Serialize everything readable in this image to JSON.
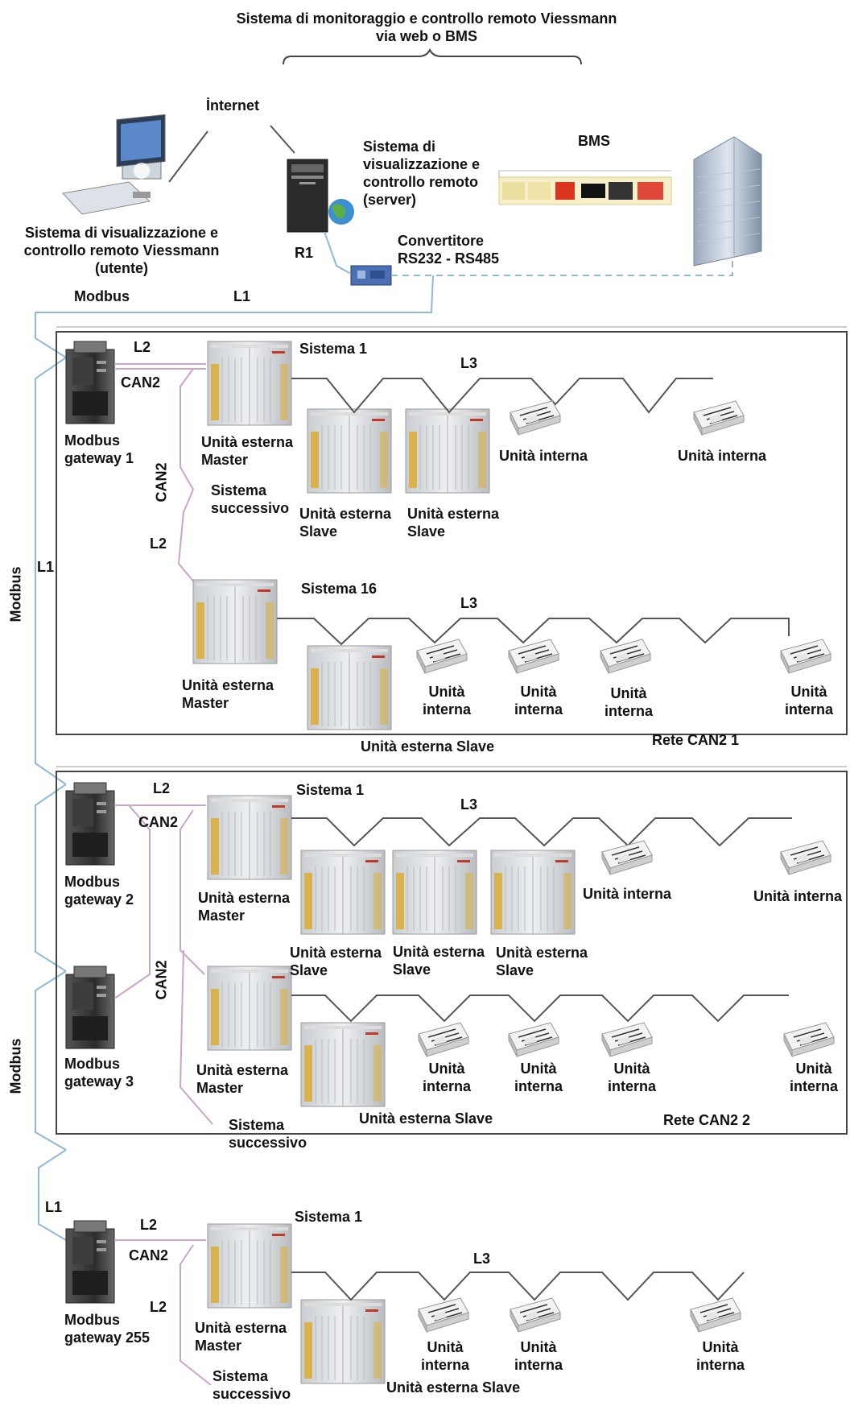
{
  "header": {
    "title_line1": "Sistema di monitoraggio e controllo remoto Viessmann",
    "title_line2": "via web o BMS"
  },
  "top": {
    "internet": "İnternet",
    "user_pc": "Sistema di visualizzazione e\ncontrollo remoto Viessmann\n(utente)",
    "server": "Sistema di\nvisualizzazione e\ncontrollo remoto\n(server)",
    "bms": "BMS",
    "r1": "R1",
    "converter": "Convertitore\nRS232 - RS485",
    "modbus": "Modbus",
    "l1": "L1"
  },
  "labels": {
    "l1": "L1",
    "l2": "L2",
    "l3": "L3",
    "can2": "CAN2",
    "modbus": "Modbus",
    "sistema1": "Sistema 1",
    "sistema16": "Sistema 16",
    "sistema_successivo": "Sistema\nsuccessivo",
    "ue_master": "Unità esterna\nMaster",
    "ue_slave": "Unità esterna\nSlave",
    "ue_slave_inline": "Unità esterna Slave",
    "ui": "Unità interna",
    "ui_2line": "Unità\ninterna"
  },
  "gateways": {
    "g1": "Modbus\ngateway 1",
    "g2": "Modbus\ngateway 2",
    "g3": "Modbus\ngateway 3",
    "g255": "Modbus\ngateway 255"
  },
  "networks": {
    "rete1": "Rete CAN2 1",
    "rete2": "Rete CAN2 2"
  },
  "colors": {
    "bus_blue": "#8fb9d9",
    "can_pink": "#c9a6c9",
    "refrigerant_gray": "#555555",
    "frame": "#444444"
  }
}
